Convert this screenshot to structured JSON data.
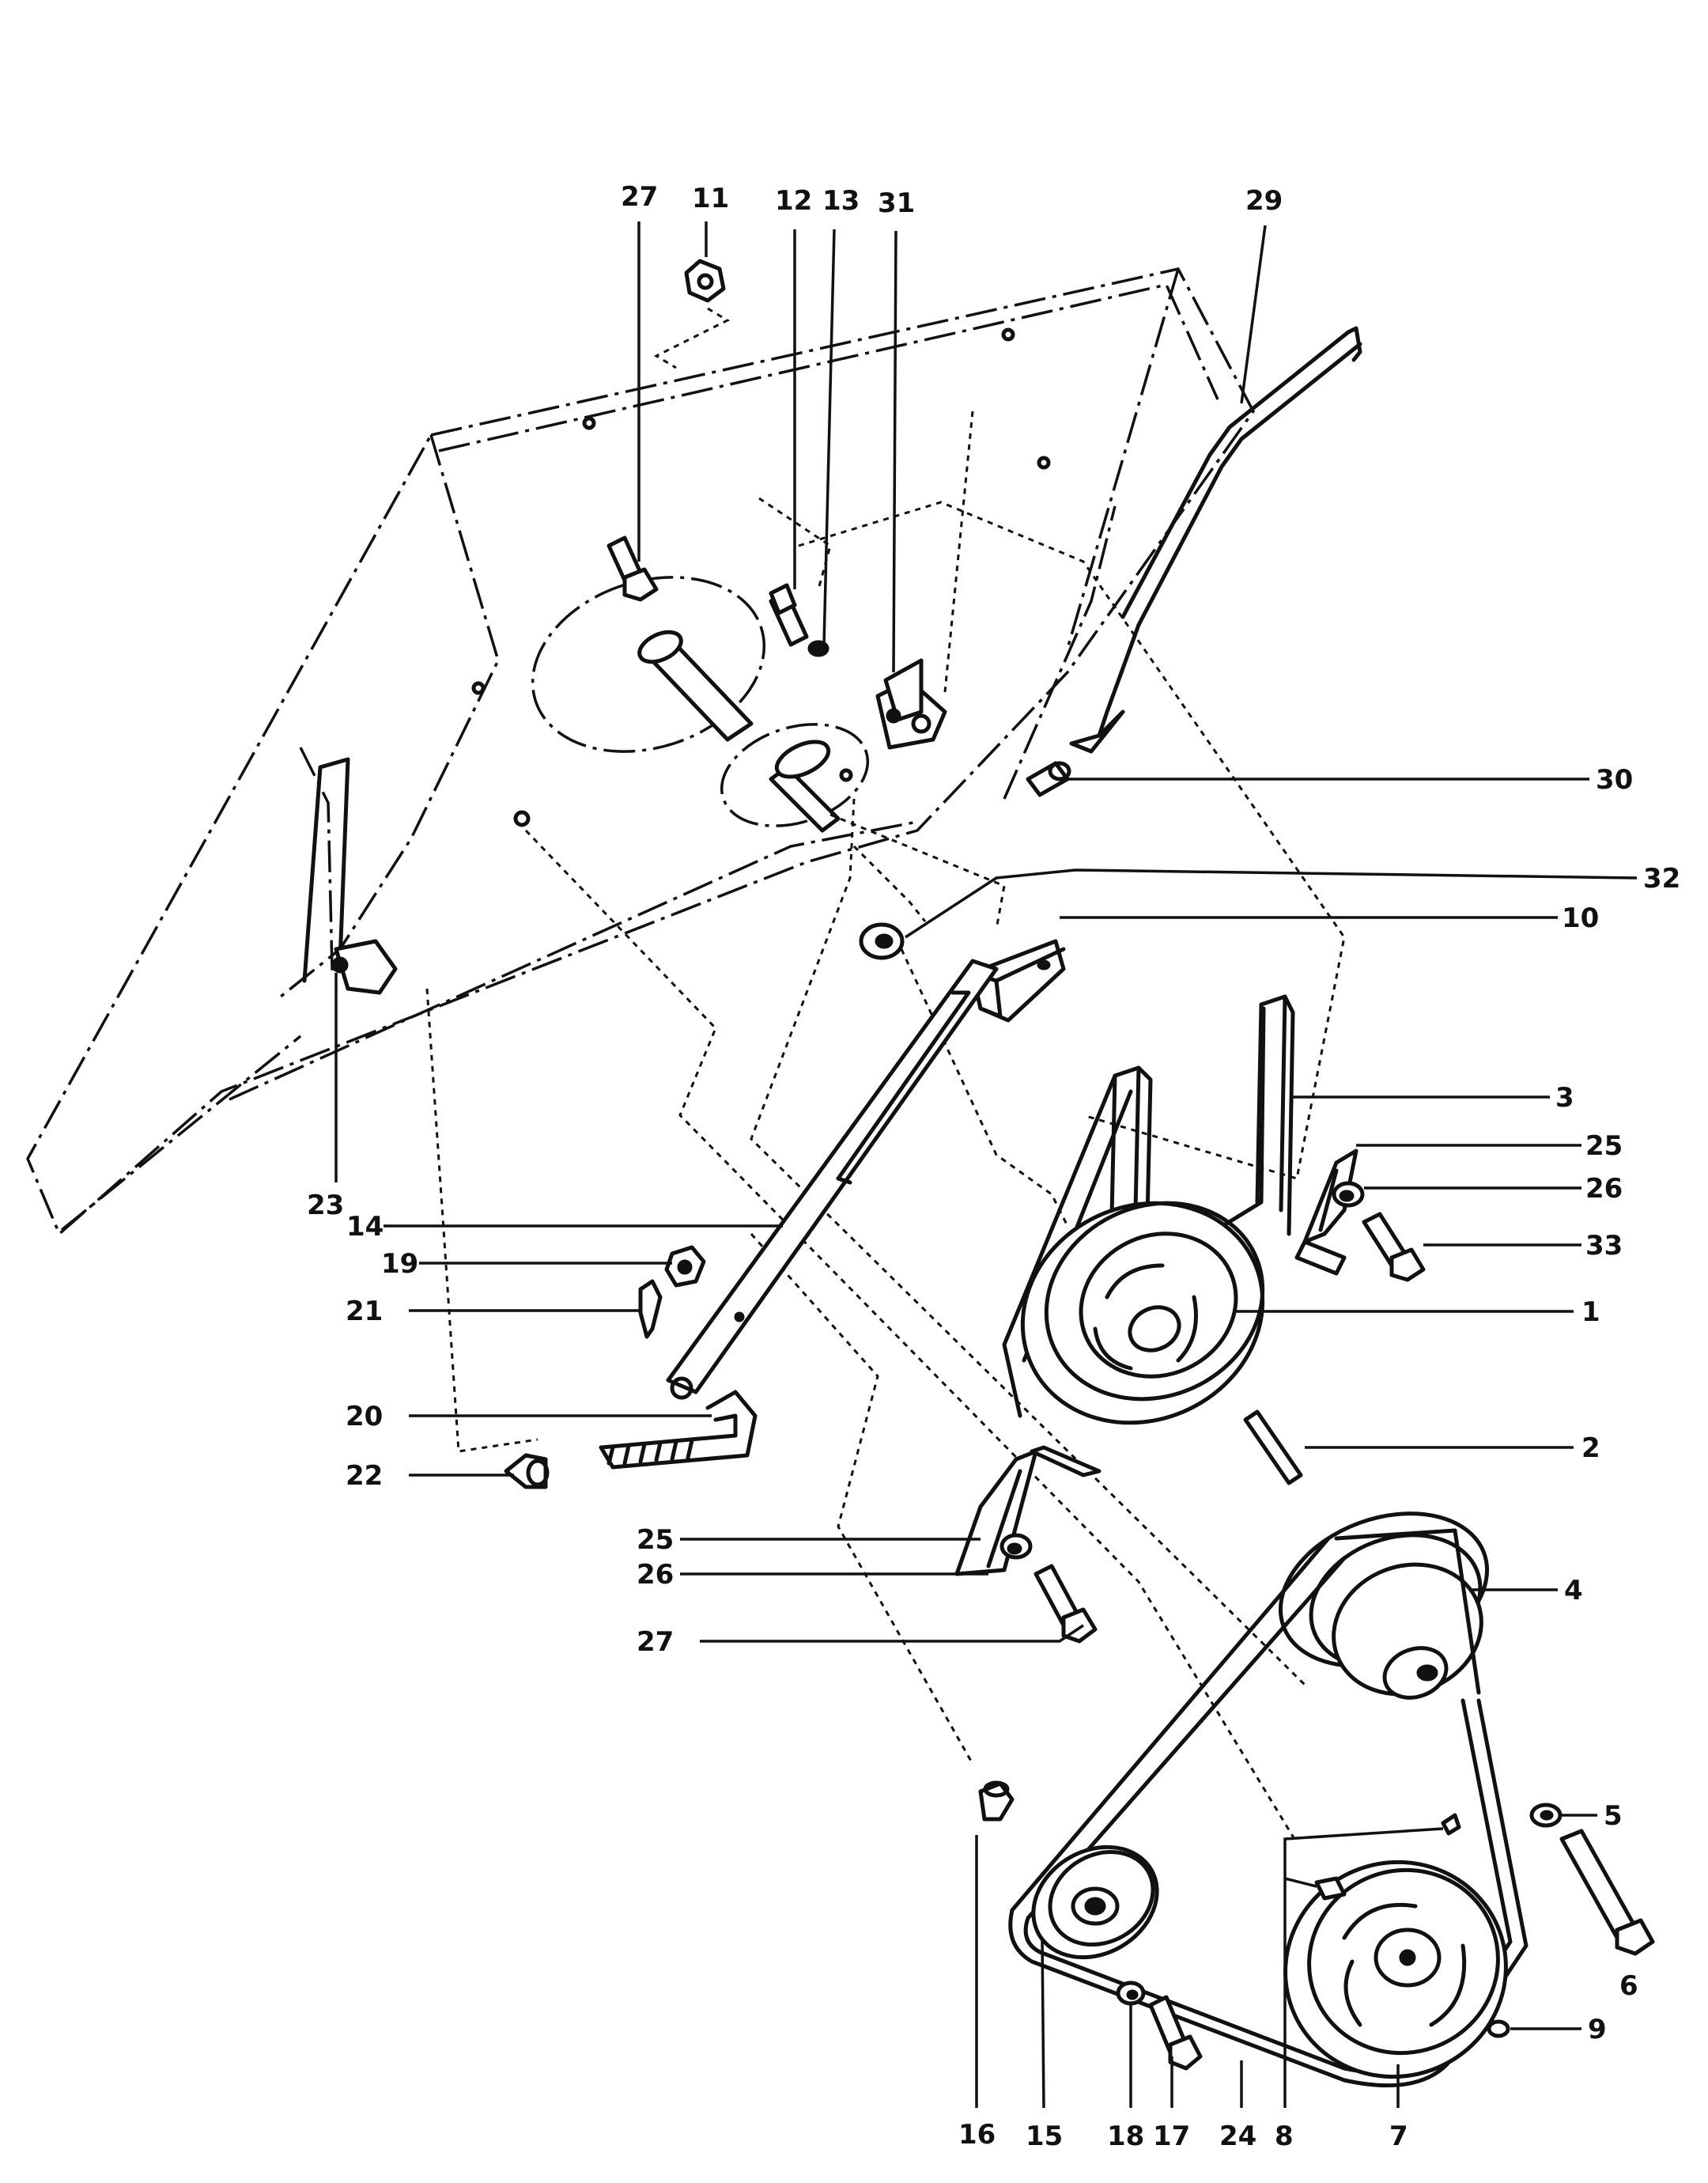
{
  "callouts": {
    "c1": "1",
    "c2": "2",
    "c3": "3",
    "c4": "4",
    "c5": "5",
    "c6": "6",
    "c7": "7",
    "c8": "8",
    "c9": "9",
    "c10": "10",
    "c11": "11",
    "c12": "12",
    "c13": "13",
    "c14": "14",
    "c15": "15",
    "c16": "16",
    "c17": "17",
    "c18": "18",
    "c19": "19",
    "c20": "20",
    "c21": "21",
    "c22": "22",
    "c23": "23",
    "c24": "24",
    "c25a": "25",
    "c25b": "25",
    "c26a": "26",
    "c26b": "26",
    "c27a": "27",
    "c27b": "27",
    "c29": "29",
    "c30": "30",
    "c31": "31",
    "c32": "32",
    "c33": "33"
  }
}
